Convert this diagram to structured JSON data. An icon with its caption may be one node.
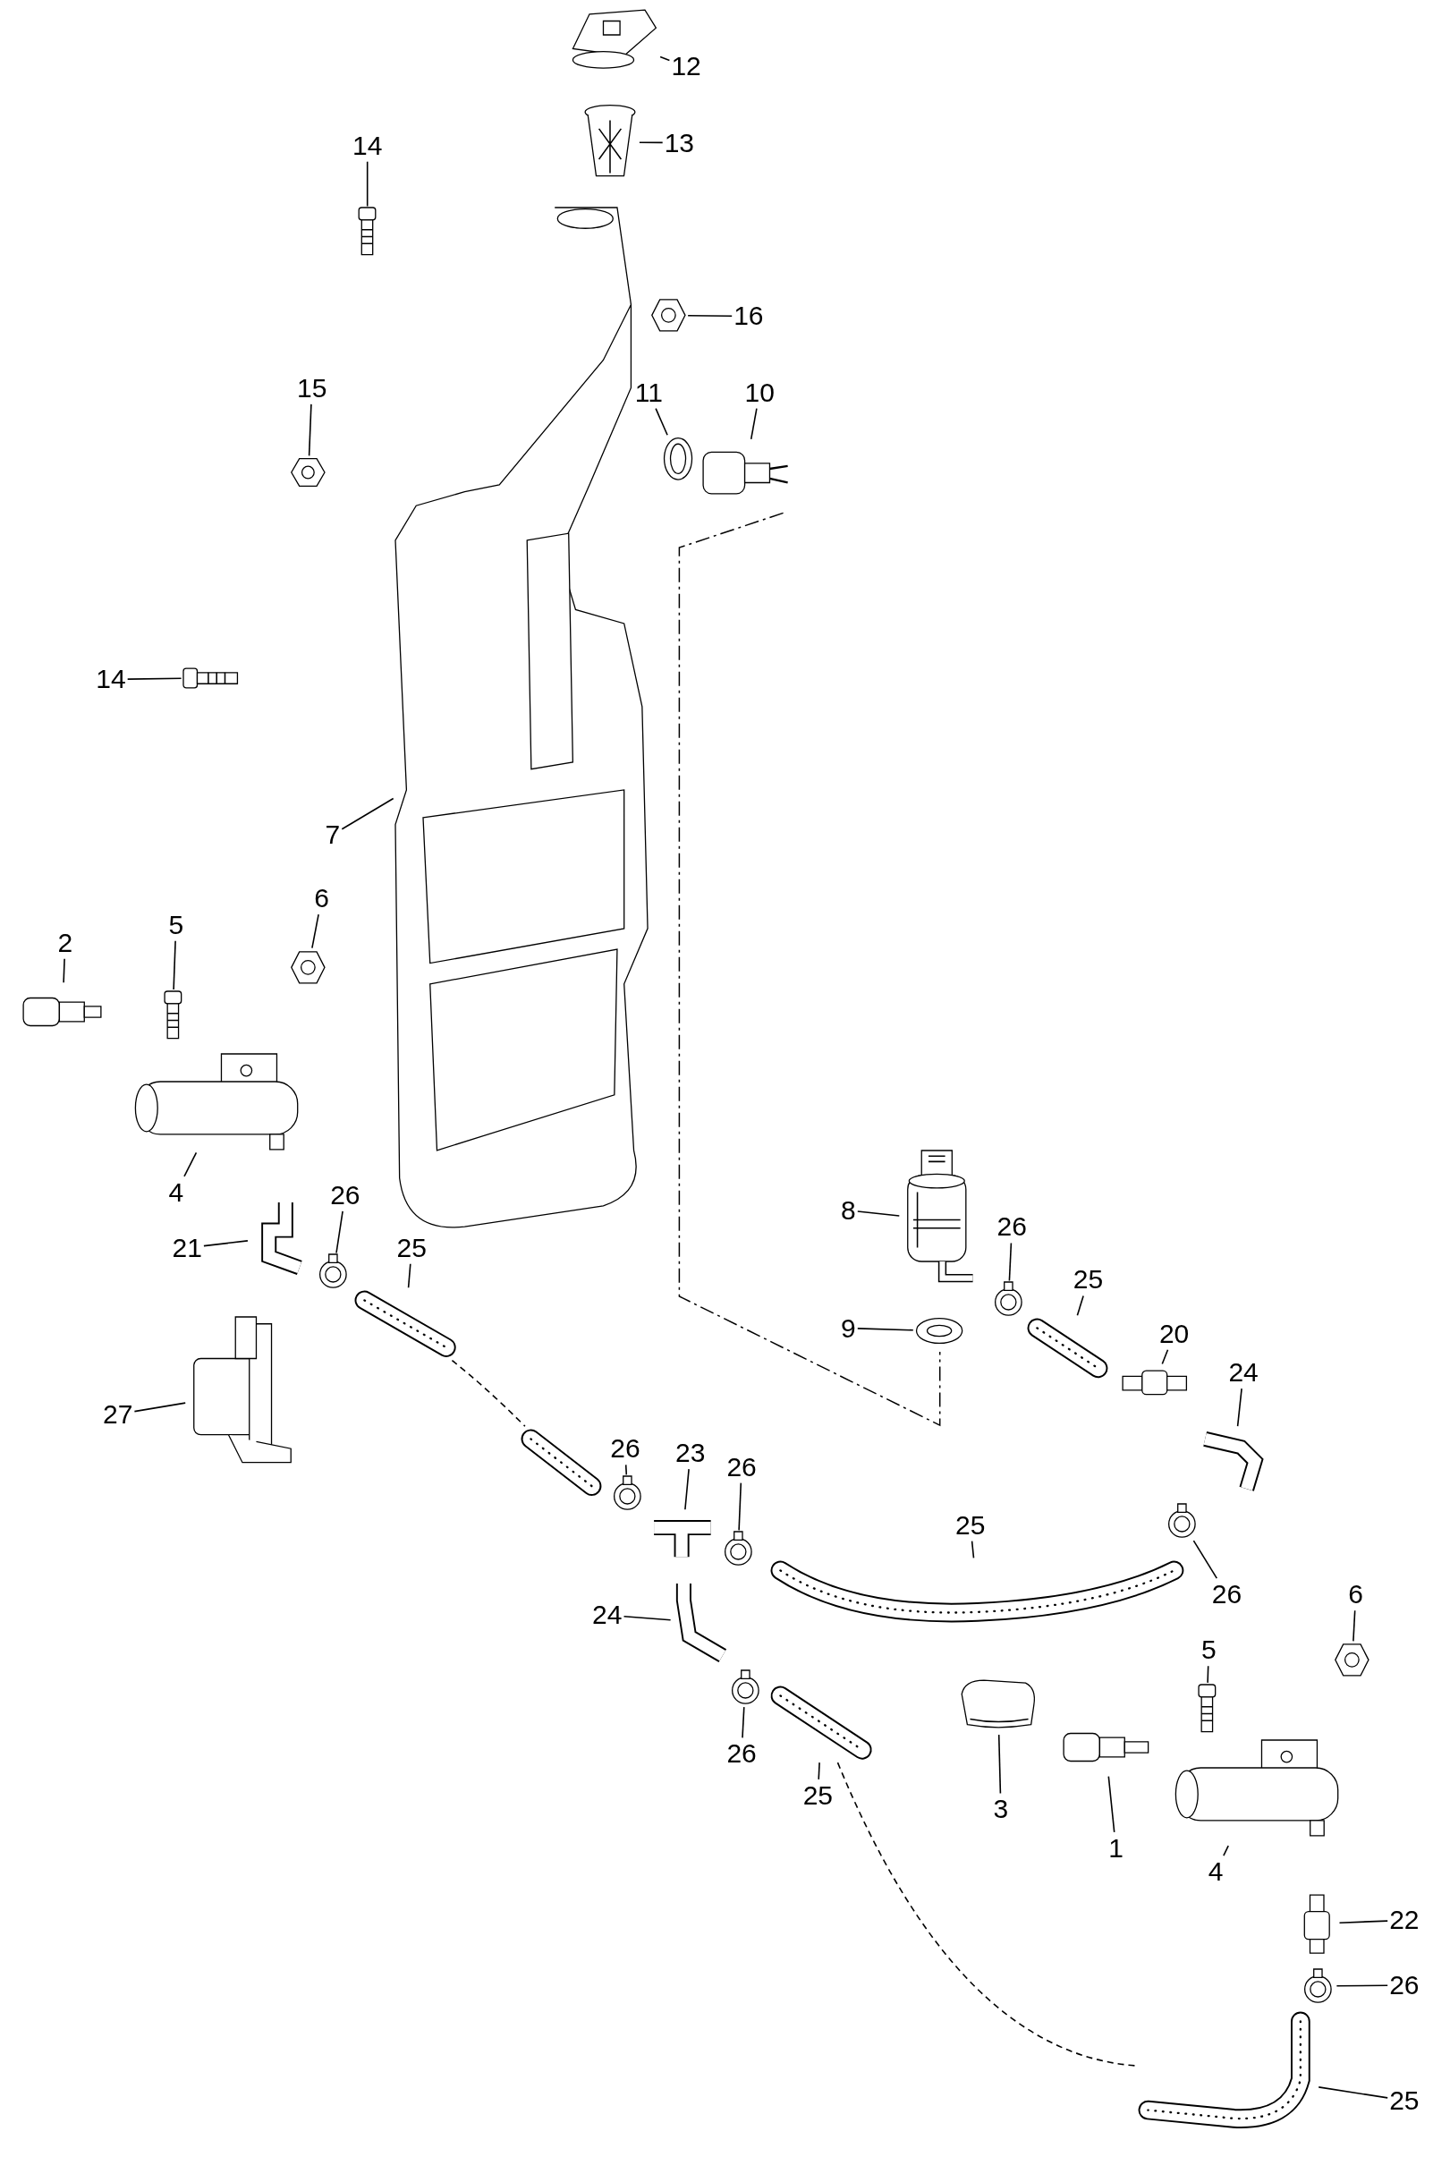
{
  "diagram": {
    "nodes": [
      {
        "text": [
          "12"
        ]
      },
      {
        "text": [],
        "shape": "picture"
      },
      {
        "text": [
          "13"
        ]
      },
      {
        "text": [],
        "shape": "picture"
      },
      {
        "text": [
          "14"
        ]
      },
      {
        "text": [],
        "shape": "picture"
      },
      {
        "text": [
          "16"
        ]
      },
      {
        "text": [],
        "shape": "picture"
      },
      {
        "text": [
          "15"
        ]
      },
      {
        "text": [],
        "shape": "picture"
      },
      {
        "text": [
          "10"
        ]
      },
      {
        "text": [],
        "shape": "picture"
      },
      {
        "text": [
          "11"
        ]
      },
      {
        "text": [],
        "shape": "picture"
      },
      {
        "text": [
          "14"
        ]
      },
      {
        "text": [],
        "shape": "picture"
      },
      {
        "text": [
          "7"
        ]
      },
      {
        "text": [],
        "shape": "picture"
      },
      {
        "text": [
          "5"
        ]
      },
      {
        "text": [],
        "shape": "picture"
      },
      {
        "text": [
          "6"
        ]
      },
      {
        "text": [],
        "shape": "picture"
      },
      {
        "text": [
          "2"
        ]
      },
      {
        "text": [],
        "shape": "picture"
      },
      {
        "text": [
          "4"
        ]
      },
      {
        "text": [],
        "shape": "picture"
      },
      {
        "text": [
          "21"
        ]
      },
      {
        "text": [],
        "shape": "picture"
      },
      {
        "text": [
          "26"
        ]
      },
      {
        "text": [],
        "shape": "picture"
      },
      {
        "text": [
          "25"
        ]
      },
      {
        "text": [],
        "shape": "picture"
      },
      {
        "text": [
          "27"
        ]
      },
      {
        "text": [],
        "shape": "picture"
      },
      {
        "text": [
          "8"
        ]
      },
      {
        "text": [],
        "shape": "picture"
      },
      {
        "text": [
          "9"
        ]
      },
      {
        "text": [],
        "shape": "picture"
      },
      {
        "text": [
          "26"
        ]
      },
      {
        "text": [],
        "shape": "picture"
      },
      {
        "text": [
          "25"
        ]
      },
      {
        "text": [],
        "shape": "picture"
      },
      {
        "text": [
          "20"
        ]
      },
      {
        "text": [],
        "shape": "picture"
      },
      {
        "text": [
          "24"
        ]
      },
      {
        "text": [],
        "shape": "picture"
      },
      {
        "text": [
          "26"
        ]
      },
      {
        "text": [],
        "shape": "picture"
      },
      {
        "text": [
          "23"
        ]
      },
      {
        "text": [],
        "shape": "picture"
      },
      {
        "text": [
          "26"
        ]
      },
      {
        "text": [],
        "shape": "picture"
      },
      {
        "text": [
          "25"
        ]
      },
      {
        "text": [],
        "shape": "picture"
      },
      {
        "text": [
          "26"
        ]
      },
      {
        "text": [],
        "shape": "picture"
      },
      {
        "text": [
          "24"
        ]
      },
      {
        "text": [],
        "shape": "picture"
      },
      {
        "text": [
          "26"
        ]
      },
      {
        "text": [],
        "shape": "picture"
      },
      {
        "text": [
          "25"
        ]
      },
      {
        "text": [],
        "shape": "picture"
      },
      {
        "text": [
          "3"
        ]
      },
      {
        "text": [],
        "shape": "picture"
      },
      {
        "text": [
          "1"
        ]
      },
      {
        "text": [],
        "shape": "picture"
      },
      {
        "text": [
          "5"
        ]
      },
      {
        "text": [],
        "shape": "picture"
      },
      {
        "text": [
          "6"
        ]
      },
      {
        "text": [],
        "shape": "picture"
      },
      {
        "text": [
          "4"
        ]
      },
      {
        "text": [],
        "shape": "picture"
      },
      {
        "text": [
          "22"
        ]
      },
      {
        "text": [],
        "shape": "picture"
      },
      {
        "text": [
          "26"
        ]
      },
      {
        "text": [],
        "shape": "picture"
      },
      {
        "text": [
          "25"
        ]
      },
      {
        "text": [],
        "shape": "picture"
      },
      {
        "text": [],
        "shape": "picture"
      }
    ],
    "edges": [
      {
        "from": 0,
        "to": 1,
        "arrow": "none"
      },
      {
        "from": 2,
        "to": 3,
        "arrow": "none"
      },
      {
        "from": 4,
        "to": 5,
        "arrow": "none"
      },
      {
        "from": 6,
        "to": 7,
        "arrow": "none"
      },
      {
        "from": 8,
        "to": 9,
        "arrow": "none"
      },
      {
        "from": 10,
        "to": 11,
        "arrow": "none"
      },
      {
        "from": 12,
        "to": 13,
        "arrow": "none"
      },
      {
        "from": 14,
        "to": 15,
        "arrow": "none"
      },
      {
        "from": 16,
        "to": 17,
        "arrow": "none"
      },
      {
        "from": 18,
        "to": 19,
        "arrow": "none"
      },
      {
        "from": 20,
        "to": 21,
        "arrow": "none"
      },
      {
        "from": 22,
        "to": 23,
        "arrow": "none"
      },
      {
        "from": 24,
        "to": 25,
        "arrow": "none"
      },
      {
        "from": 26,
        "to": 27,
        "arrow": "none"
      },
      {
        "from": 28,
        "to": 29,
        "arrow": "none"
      },
      {
        "from": 30,
        "to": 31,
        "arrow": "none"
      },
      {
        "from": 32,
        "to": 33,
        "arrow": "none"
      },
      {
        "from": 34,
        "to": 35,
        "arrow": "none"
      },
      {
        "from": 36,
        "to": 37,
        "arrow": "none"
      },
      {
        "from": 38,
        "to": 39,
        "arrow": "none"
      },
      {
        "from": 40,
        "to": 41,
        "arrow": "none"
      },
      {
        "from": 42,
        "to": 43,
        "arrow": "none"
      },
      {
        "from": 44,
        "to": 45,
        "arrow": "none"
      },
      {
        "from": 46,
        "to": 47,
        "arrow": "none"
      },
      {
        "from": 48,
        "to": 49,
        "arrow": "none"
      },
      {
        "from": 50,
        "to": 51,
        "arrow": "none"
      },
      {
        "from": 52,
        "to": 53,
        "arrow": "none"
      },
      {
        "from": 54,
        "to": 55,
        "arrow": "none"
      },
      {
        "from": 56,
        "to": 57,
        "arrow": "none"
      },
      {
        "from": 58,
        "to": 59,
        "arrow": "none"
      },
      {
        "from": 60,
        "to": 61,
        "arrow": "none"
      },
      {
        "from": 62,
        "to": 63,
        "arrow": "none"
      },
      {
        "from": 64,
        "to": 65,
        "arrow": "none"
      },
      {
        "from": 66,
        "to": 67,
        "arrow": "none"
      },
      {
        "from": 68,
        "to": 69,
        "arrow": "none"
      },
      {
        "from": 70,
        "to": 71,
        "arrow": "none"
      },
      {
        "from": 72,
        "to": 73,
        "arrow": "none"
      },
      {
        "from": 74,
        "to": 75,
        "arrow": "none"
      },
      {
        "from": 76,
        "to": 77,
        "arrow": "none"
      },
      {
        "from": 31,
        "to": 78,
        "arrow": "none",
        "style": "dashed"
      },
      {
        "from": 61,
        "to": 77,
        "arrow": "none",
        "style": "dashed"
      }
    ]
  }
}
